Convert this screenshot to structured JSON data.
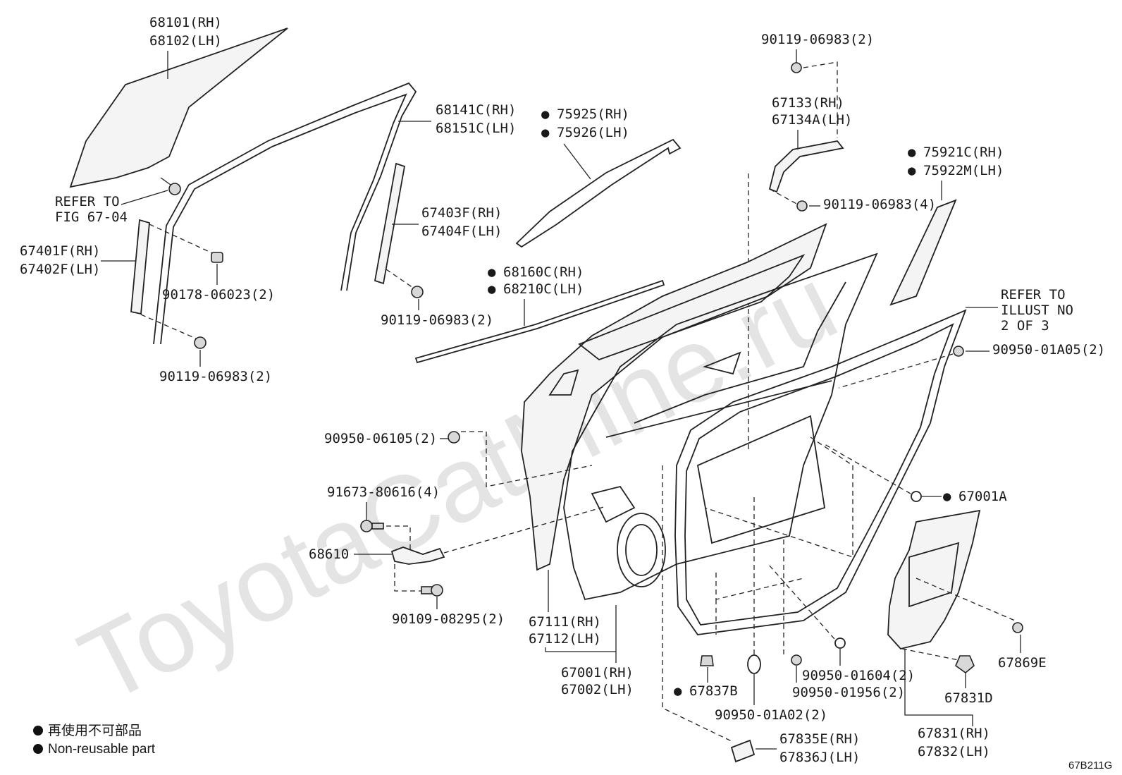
{
  "watermark": "ToyotaCatMine.ru",
  "diagram_code": "67B211G",
  "legend": {
    "marker": "●",
    "text_ja": "再使用不可部品",
    "text_en": "Non-reusable part"
  },
  "labels": {
    "glass": [
      "68101(RH)",
      "68102(LH)"
    ],
    "refer_fig": [
      "REFER TO",
      "FIG 67-04"
    ],
    "channel_front": [
      "67401F(RH)",
      "67402F(LH)"
    ],
    "nut_90178": "90178-06023(2)",
    "bolt_lower_front": "90119-06983(2)",
    "run_channel": [
      "68141C(RH)",
      "68151C(LH)"
    ],
    "channel_rear": [
      "67403F(RH)",
      "67404F(LH)"
    ],
    "bolt_channel_rear": "90119-06983(2)",
    "moulding_upper": [
      "75925(RH)",
      "75926(LH)"
    ],
    "weatherstrip_outer": [
      "68160C(RH)",
      "68210C(LH)"
    ],
    "bolt_top": "90119-06983(2)",
    "bracket": [
      "67133(RH)",
      "67134A(LH)"
    ],
    "bolt_bracket": "90119-06983(4)",
    "garnish": [
      "75921C(RH)",
      "75922M(LH)"
    ],
    "refer_illust": [
      "REFER TO",
      "ILLUST NO",
      "2 OF 3"
    ],
    "clip_90950_01a05": "90950-01A05(2)",
    "plug_90950_06105": "90950-06105(2)",
    "bolt_91673": "91673-80616(4)",
    "check": "68610",
    "bolt_90109": "90109-08295(2)",
    "hole_cover": "67001A",
    "door_panel": [
      "67111(RH)",
      "67112(LH)"
    ],
    "door_assy": [
      "67001(RH)",
      "67002(LH)"
    ],
    "clip_67837b": "67837B",
    "plug_90950_01a02": "90950-01A02(2)",
    "plug_90950_01956": "90950-01956(2)",
    "plug_90950_01604": "90950-01604(2)",
    "clip_67831d": "67831D",
    "service_hole_cover": [
      "67831(RH)",
      "67832(LH)"
    ],
    "clip_67869e": "67869E",
    "lower_clip_assy": [
      "67835E(RH)",
      "67836J(LH)"
    ]
  }
}
